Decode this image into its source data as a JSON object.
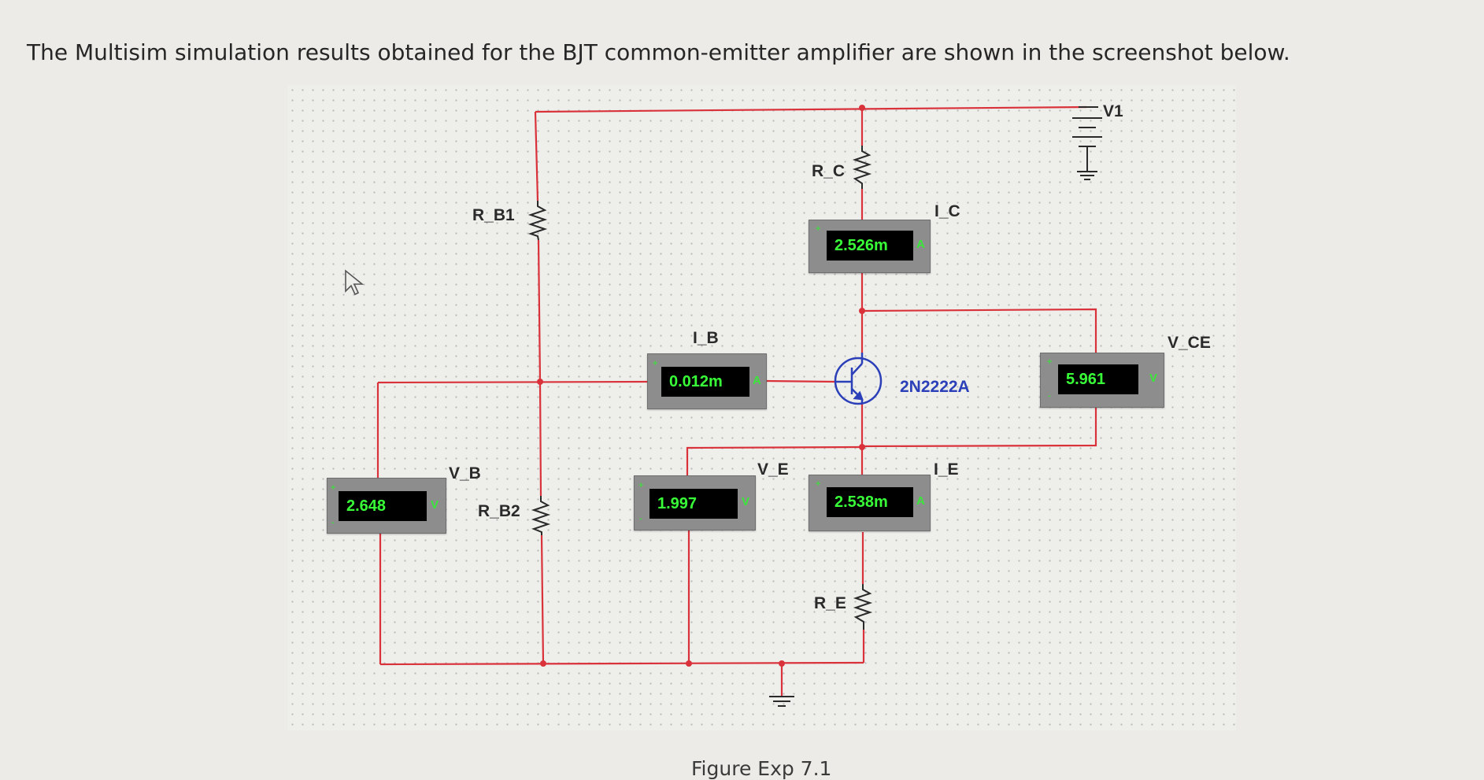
{
  "intro_text": "The Multisim simulation results obtained for the BJT common-emitter amplifier are  shown in the screenshot below.",
  "caption": "Figure Exp 7.1",
  "colors": {
    "wire": "#d9323a",
    "display_bg": "#000000",
    "display_text": "#38ff38",
    "meter_body": "#8d8d8d",
    "model_text": "#2a3fb8"
  },
  "labels": {
    "r_b1": "R_B1",
    "r_b2": "R_B2",
    "r_c": "R_C",
    "r_e": "R_E",
    "v1": "V1",
    "transistor_model": "2N2222A",
    "i_b": "I_B",
    "i_c": "I_C",
    "i_e": "I_E",
    "v_b": "V_B",
    "v_e": "V_E",
    "v_ce": "V_CE"
  },
  "meters": {
    "v_b": {
      "value": "2.648",
      "unit": "V"
    },
    "i_b": {
      "value": "0.012m",
      "unit": "A"
    },
    "i_c": {
      "value": "2.526m",
      "unit": "A"
    },
    "v_e": {
      "value": "1.997",
      "unit": "V"
    },
    "i_e": {
      "value": "2.538m",
      "unit": "A"
    },
    "v_ce": {
      "value": "5.961",
      "unit": "V"
    }
  },
  "icons": {
    "pointer": "arrow-cursor-icon",
    "battery": "dc-voltage-source-icon",
    "ground": "ground-icon",
    "transistor": "npn-bjt-icon",
    "resistor": "resistor-icon"
  }
}
